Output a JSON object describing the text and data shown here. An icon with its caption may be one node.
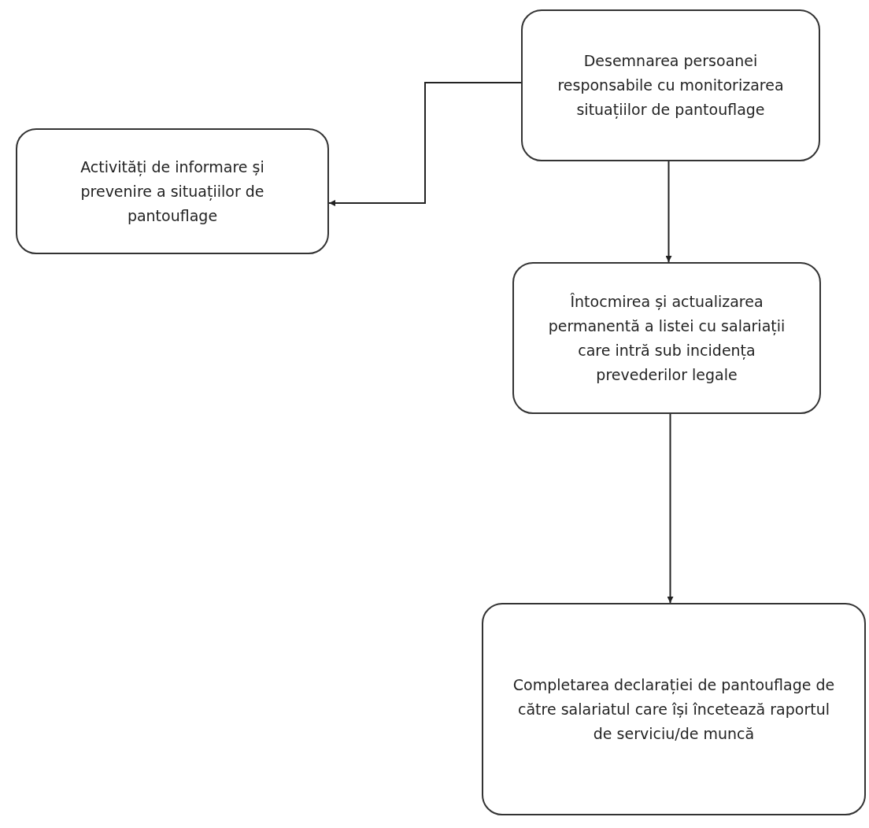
{
  "diagram": {
    "nodes": [
      {
        "text": [
          "Desemnarea persoanei responsabile cu monitorizarea situațiilor de pantouflage"
        ]
      },
      {
        "text": [
          "Activități de informare și prevenire a situațiilor de pantouflage"
        ]
      },
      {
        "text": [
          "Întocmirea și actualizarea permanentă a listei cu salariații care intră sub incidența prevederilor legale"
        ]
      },
      {
        "text": [
          "Completarea declarației de pantouflage de către salariatul care își încetează raportul de serviciu/de muncă"
        ]
      }
    ],
    "edges": [
      {
        "from": 0,
        "to": 1,
        "arrow": "to"
      },
      {
        "from": 0,
        "to": 2,
        "arrow": "to"
      },
      {
        "from": 2,
        "to": 3,
        "arrow": "to"
      }
    ]
  }
}
